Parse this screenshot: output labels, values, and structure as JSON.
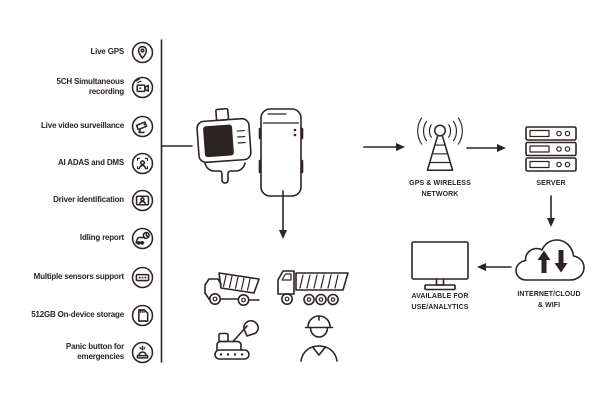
{
  "palette": {
    "ink": "#2b2422",
    "background": "#ffffff"
  },
  "features": [
    {
      "label": "Live GPS",
      "icon": "gps-pin-icon"
    },
    {
      "label": "5CH Simultaneous recording",
      "icon": "multi-channel-camera-icon"
    },
    {
      "label": "Live video surveillance",
      "icon": "cctv-camera-icon"
    },
    {
      "label": "AI ADAS and DMS",
      "icon": "face-scan-icon"
    },
    {
      "label": "Driver identification",
      "icon": "id-card-icon"
    },
    {
      "label": "Idling report",
      "icon": "idling-clock-icon"
    },
    {
      "label": "Multiple sensors support",
      "icon": "sensor-module-icon"
    },
    {
      "label": "512GB On-device storage",
      "icon": "sd-card-icon"
    },
    {
      "label": "Panic button for emergencies",
      "icon": "panic-button-icon"
    }
  ],
  "devices": [
    {
      "name": "dashcam device"
    },
    {
      "name": "portable recorder device"
    }
  ],
  "flow": {
    "nodes": [
      {
        "label": "GPS & WIRELESS NETWORK",
        "icon": "radio-tower-icon"
      },
      {
        "label": "SERVER",
        "icon": "server-rack-icon"
      },
      {
        "label": "INTERNET/CLOUD & WIFI",
        "icon": "cloud-sync-icon"
      },
      {
        "label": "AVAILABLE FOR USE/ANALYTICS",
        "icon": "desktop-monitor-icon"
      }
    ]
  },
  "vehicles": [
    {
      "name": "dump truck"
    },
    {
      "name": "haul truck"
    },
    {
      "name": "excavator"
    },
    {
      "name": "construction worker"
    }
  ]
}
